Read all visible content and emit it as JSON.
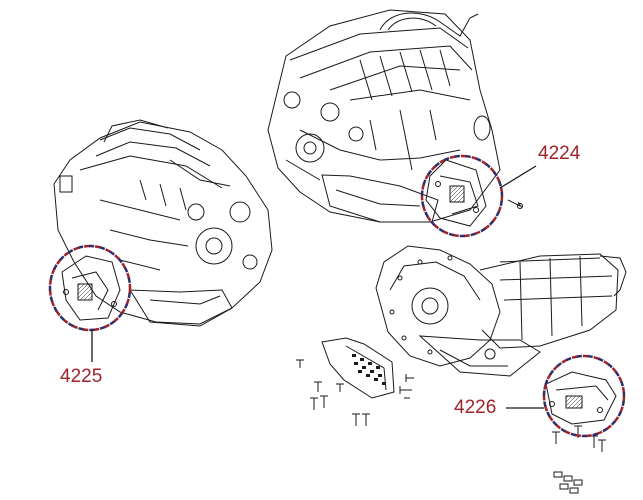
{
  "callouts": [
    {
      "id": "4224",
      "label": "4224"
    },
    {
      "id": "4225",
      "label": "4225"
    },
    {
      "id": "4226",
      "label": "4226"
    }
  ],
  "colors": {
    "line_art": "#1a1a1a",
    "callout_text": "#a0232a",
    "circle_red": "#a0232a",
    "circle_navy": "#2b2f6b"
  }
}
